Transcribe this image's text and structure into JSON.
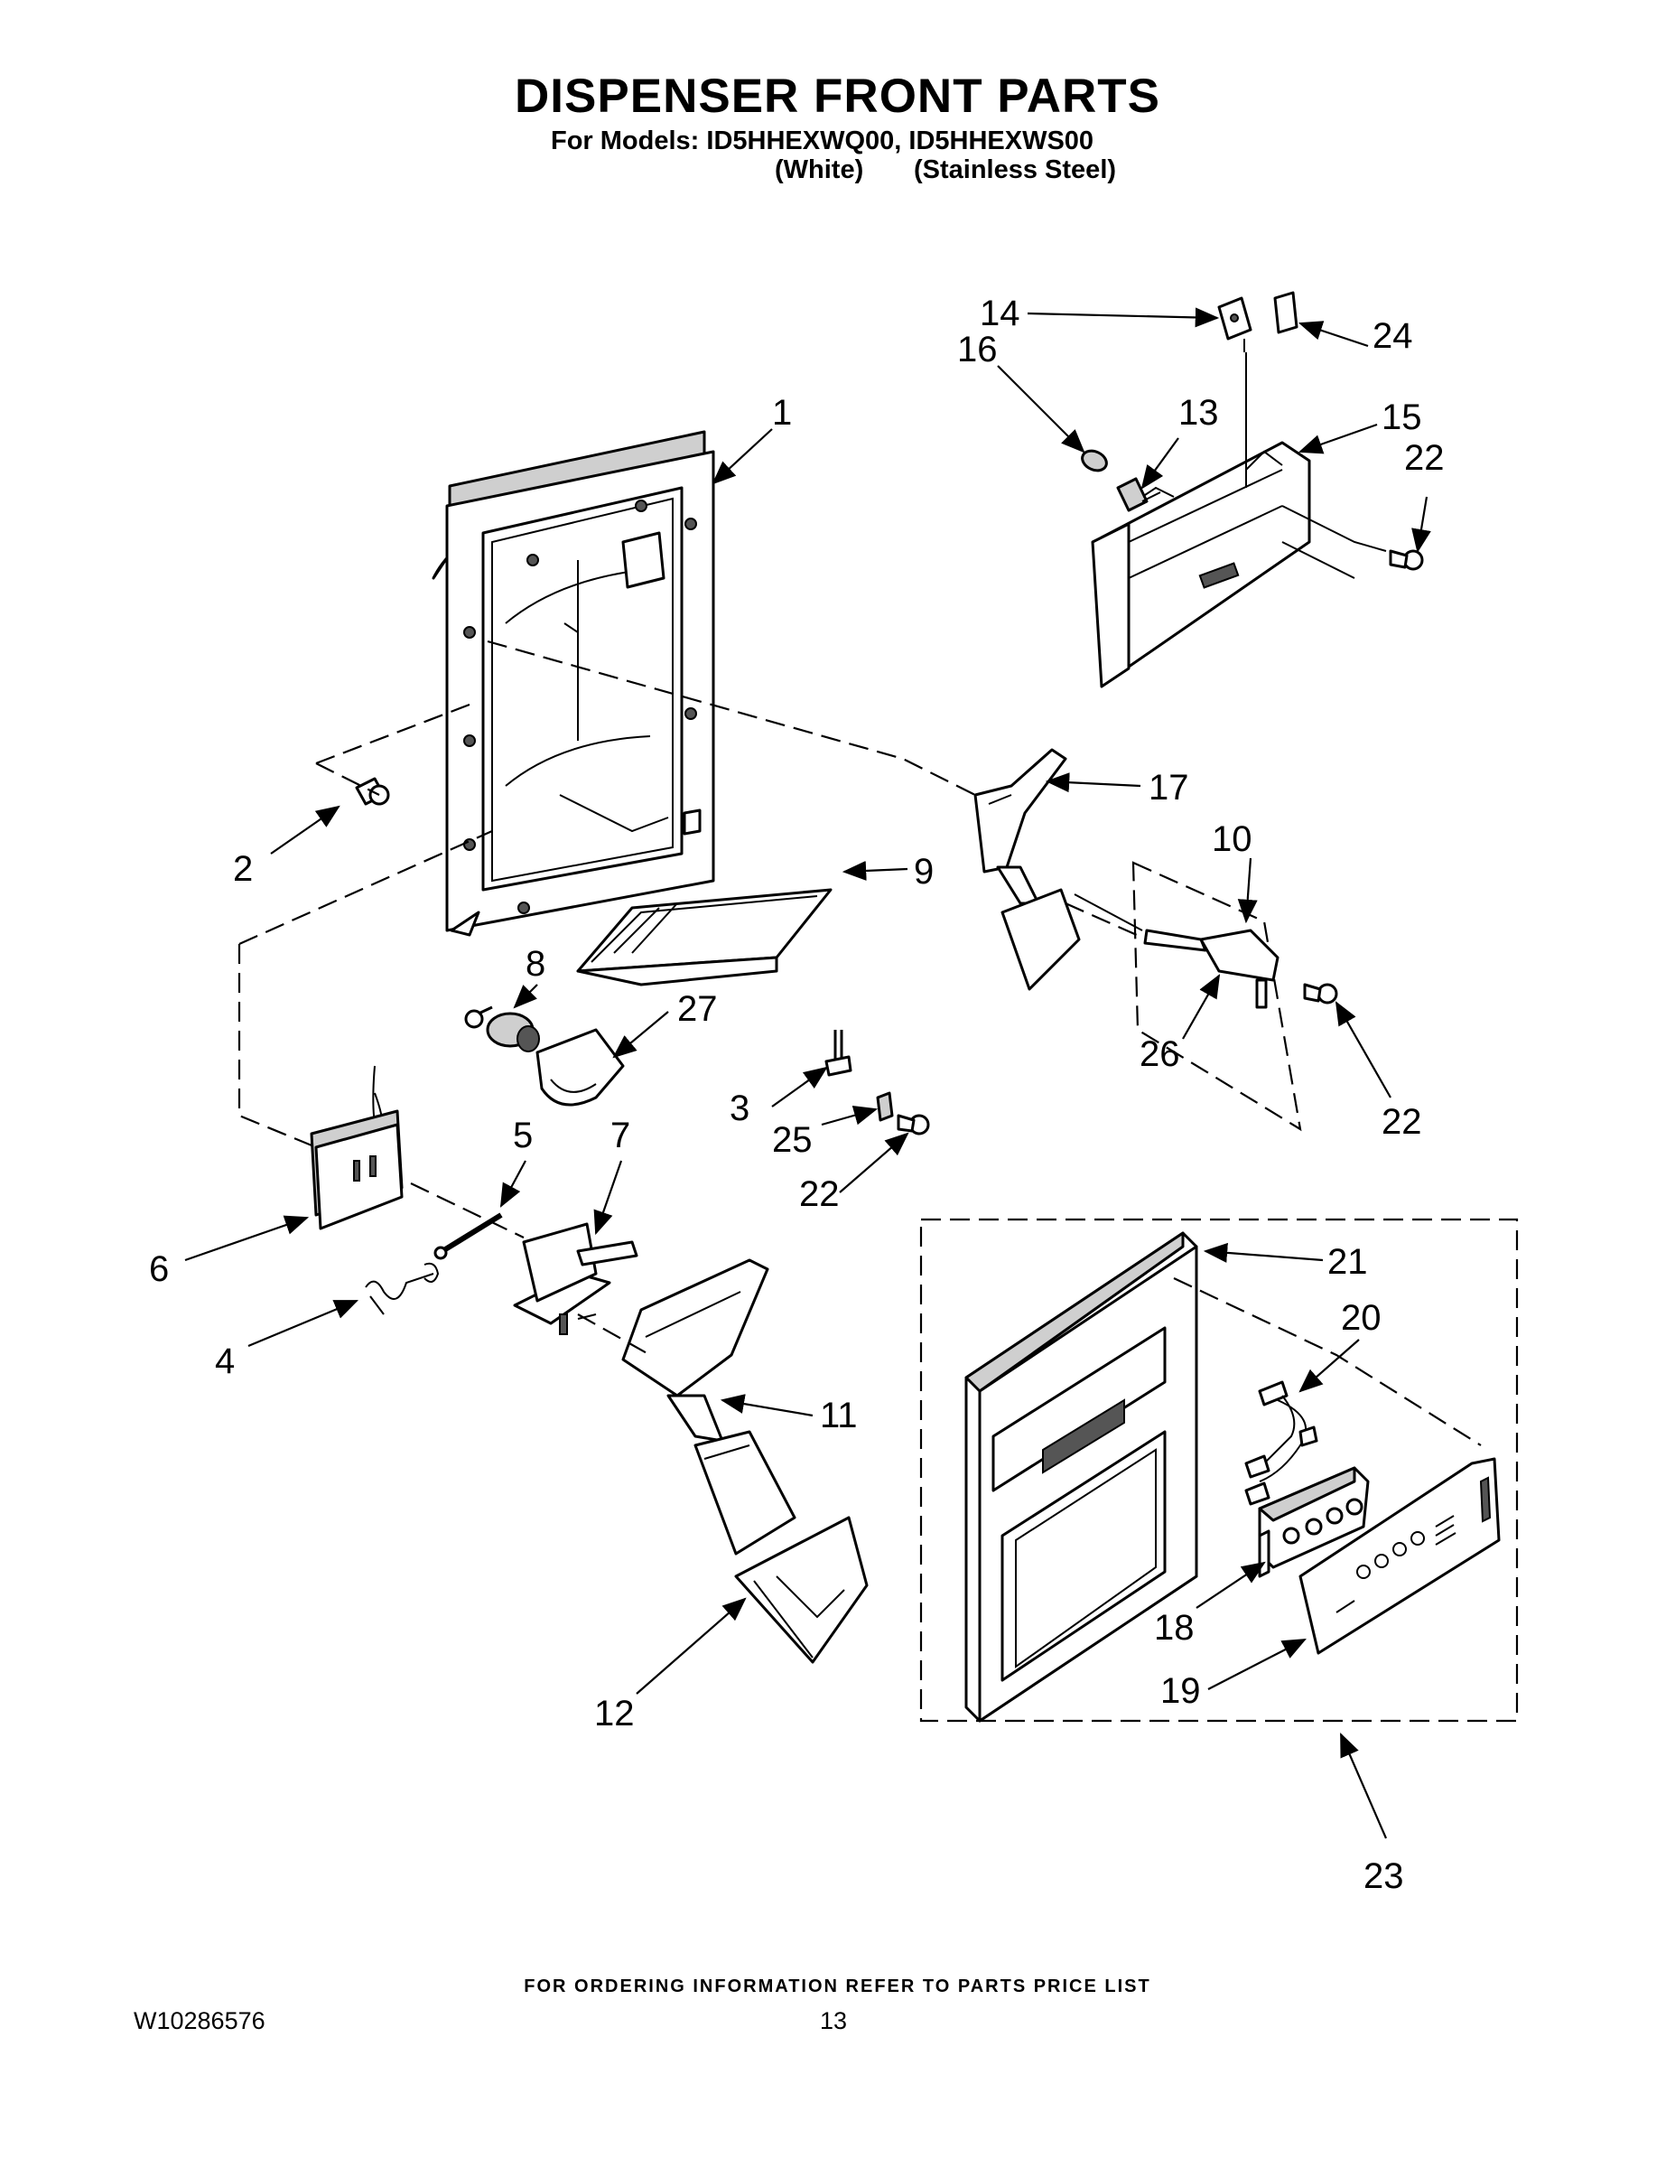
{
  "header": {
    "title": "DISPENSER FRONT PARTS",
    "models_line": "For Models: ID5HHEXWQ00, ID5HHEXWS00",
    "color_white": "(White)",
    "color_stainless": "(Stainless Steel)"
  },
  "callouts": {
    "c1": "1",
    "c2": "2",
    "c3": "3",
    "c4": "4",
    "c5": "5",
    "c6": "6",
    "c7": "7",
    "c8": "8",
    "c9": "9",
    "c10": "10",
    "c11": "11",
    "c12": "12",
    "c13": "13",
    "c14": "14",
    "c15": "15",
    "c16": "16",
    "c17": "17",
    "c18": "18",
    "c19": "19",
    "c20": "20",
    "c21": "21",
    "c22": "22",
    "c23": "23",
    "c24": "24",
    "c25": "25",
    "c26": "26",
    "c27": "27"
  },
  "footer": {
    "ordering_note": "FOR ORDERING INFORMATION REFER TO PARTS PRICE LIST",
    "document_number": "W10286576",
    "page_number": "13"
  }
}
